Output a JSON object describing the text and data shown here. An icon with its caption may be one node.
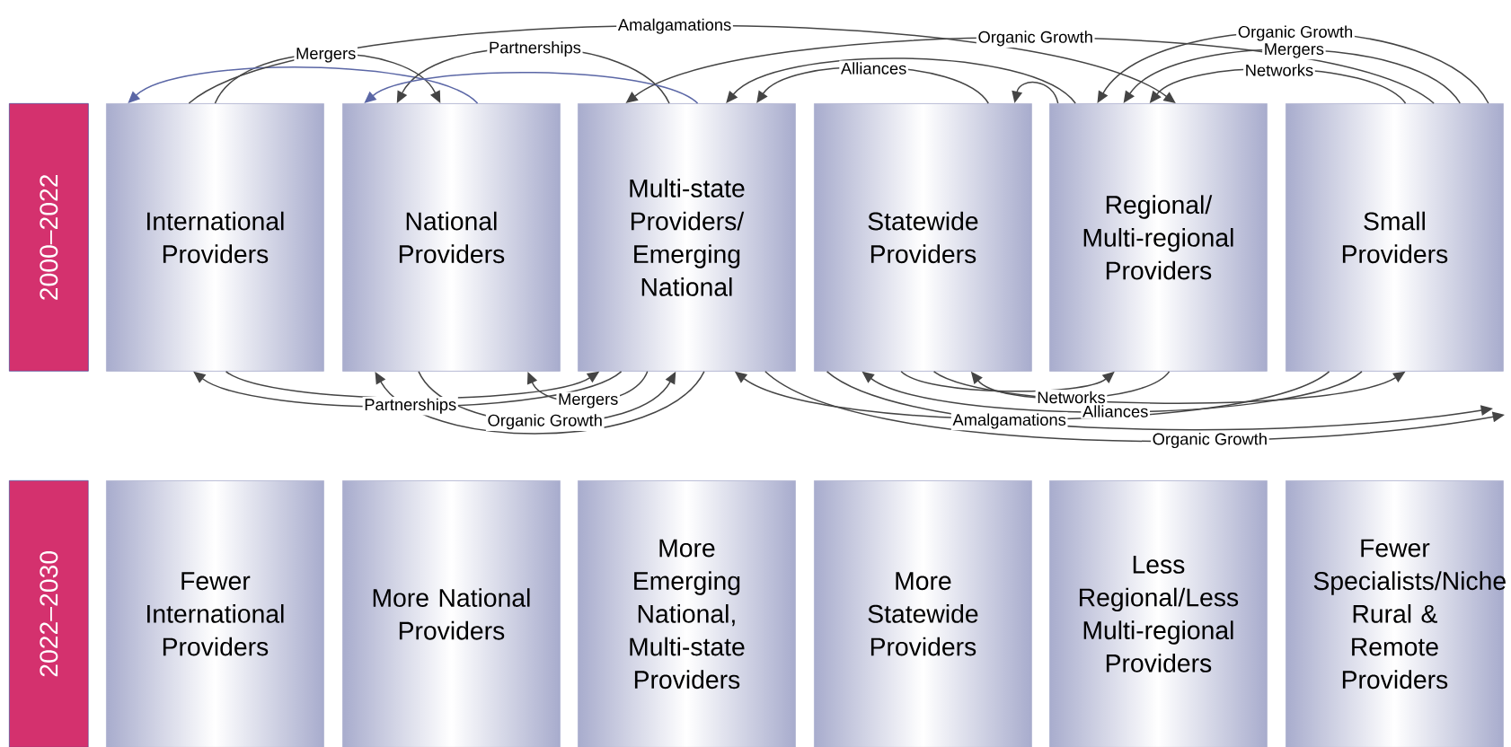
{
  "diagram": {
    "nodes": [
      {
        "text": [
          "2000–2022"
        ]
      },
      {
        "text": [
          "2022–2030"
        ]
      },
      {
        "text": [
          "International Providers"
        ]
      },
      {
        "text": [
          "National Providers"
        ]
      },
      {
        "text": [
          "Multi-state Providers/ Emerging National"
        ]
      },
      {
        "text": [
          "Statewide Providers"
        ]
      },
      {
        "text": [
          "Regional/ Multi-regional Providers"
        ]
      },
      {
        "text": [
          "Small Providers"
        ]
      },
      {
        "text": [
          "Fewer International Providers"
        ]
      },
      {
        "text": [
          "More National Providers"
        ]
      },
      {
        "text": [
          "More Emerging National, Multi-state Providers"
        ]
      },
      {
        "text": [
          "More Statewide Providers"
        ]
      },
      {
        "text": [
          "Less Regional/Less Multi-regional Providers"
        ]
      },
      {
        "text": [
          "Fewer Specialists/Niche Rural & Remote Providers"
        ]
      }
    ],
    "edges": [
      {
        "from": 2,
        "to": 3,
        "arrow": "to",
        "label": "Mergers"
      },
      {
        "from": 3,
        "to": 2,
        "arrow": "to",
        "color": "#5b67a6"
      },
      {
        "from": 4,
        "to": 3,
        "arrow": "to",
        "label": "Partnerships"
      },
      {
        "from": 4,
        "to": 3,
        "arrow": "to",
        "color": "#5b67a6"
      },
      {
        "from": 2,
        "to": 6,
        "arrow": "to",
        "label": "Amalgamations"
      },
      {
        "from": 7,
        "to": 4,
        "arrow": "to",
        "label": "Organic Growth"
      },
      {
        "from": 6,
        "to": 4,
        "arrow": "to"
      },
      {
        "from": 5,
        "to": 4,
        "arrow": "to",
        "label": "Alliances"
      },
      {
        "from": 6,
        "to": 5,
        "arrow": "to"
      },
      {
        "from": 7,
        "to": 6,
        "arrow": "to",
        "label": "Organic Growth"
      },
      {
        "from": 7,
        "to": 6,
        "arrow": "to",
        "label": "Mergers"
      },
      {
        "from": 7,
        "to": 6,
        "arrow": "to",
        "label": "Networks"
      },
      {
        "from": 4,
        "to": 2,
        "arrow": "to",
        "label": "Partnerships"
      },
      {
        "from": 2,
        "to": 4,
        "arrow": "to"
      },
      {
        "from": 4,
        "to": 3,
        "arrow": "to",
        "label": "Mergers"
      },
      {
        "from": 3,
        "to": 4,
        "arrow": "to",
        "label": "Organic Growth"
      },
      {
        "from": 4,
        "to": 3,
        "arrow": "to"
      },
      {
        "from": 6,
        "to": 5,
        "arrow": "to",
        "label": "Networks"
      },
      {
        "from": 5,
        "to": 6,
        "arrow": "to"
      },
      {
        "from": 7,
        "to": 5,
        "arrow": "to",
        "label": "Alliances"
      },
      {
        "from": 5,
        "to": 7,
        "arrow": "to"
      },
      {
        "from": 7,
        "to": 4,
        "arrow": "to"
      },
      {
        "from": 5,
        "to": null,
        "arrow": "to",
        "label": "Amalgamations"
      },
      {
        "from": 4,
        "to": null,
        "arrow": "to",
        "label": "Organic Growth"
      }
    ]
  }
}
